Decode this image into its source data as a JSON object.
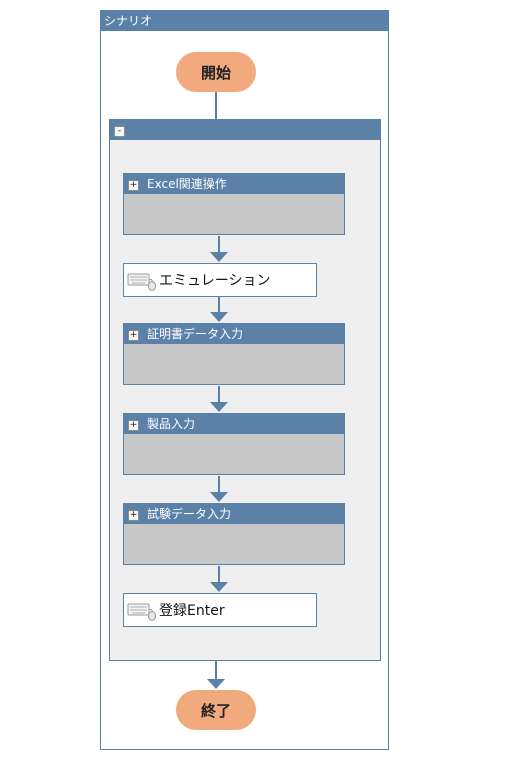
{
  "scenario": {
    "title": "シナリオ"
  },
  "flow": {
    "start_label": "開始",
    "end_label": "終了",
    "group_toggle": "-",
    "steps": [
      {
        "type": "group",
        "label": "Excel関連操作",
        "toggle": "+"
      },
      {
        "type": "action",
        "label": "エミュレーション",
        "icon": "keyboard-mouse-icon"
      },
      {
        "type": "group",
        "label": "証明書データ入力",
        "toggle": "+"
      },
      {
        "type": "group",
        "label": "製品入力",
        "toggle": "+"
      },
      {
        "type": "group",
        "label": "試験データ入力",
        "toggle": "+"
      },
      {
        "type": "action",
        "label": "登録Enter",
        "icon": "keyboard-mouse-icon"
      }
    ]
  },
  "colors": {
    "header_blue": "#5b81a8",
    "pill_orange": "#f1aa7e",
    "group_bg": "#efefef",
    "subgroup_body": "#c8c8c8"
  }
}
